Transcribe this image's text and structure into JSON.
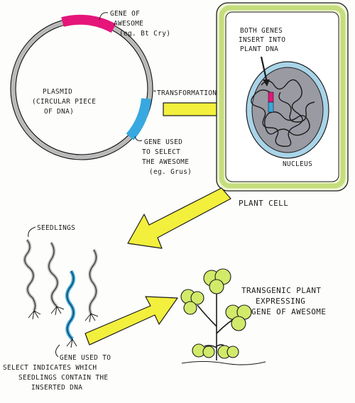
{
  "plasmid": {
    "label": [
      "PLASMID",
      "(CIRCULAR PIECE",
      "OF DNA)"
    ]
  },
  "gene_of_awesome": {
    "label": [
      "GENE OF",
      "AWESOME",
      "(eg. Bt Cry)"
    ],
    "color": "#e5157a"
  },
  "selection_gene": {
    "label": [
      "GENE USED",
      "TO SELECT",
      "THE AWESOME",
      "(eg. Grus)"
    ],
    "color": "#38a8e0"
  },
  "transformation": {
    "label": "\"TRANSFORMATION\""
  },
  "plant_cell": {
    "label": "PLANT CELL",
    "both_genes_label": [
      "BOTH GENES",
      "INSERT INTO",
      "PLANT DNA"
    ],
    "nucleus_label": "NUCLEUS",
    "cell_color": "#c5dd7c",
    "nucleus_color": "#a9d4e8"
  },
  "seedlings": {
    "label": "SEEDLINGS",
    "caption": [
      "GENE USED TO",
      "SELECT INDICATES WHICH",
      "SEEDLINGS CONTAIN THE",
      "INSERTED DNA"
    ]
  },
  "transgenic_plant": {
    "label": [
      "TRANSGENIC PLANT",
      "EXPRESSING",
      "GENE OF AWESOME"
    ],
    "leaf_color": "#d2ea6a"
  },
  "arrow_color": "#f2ef3d"
}
